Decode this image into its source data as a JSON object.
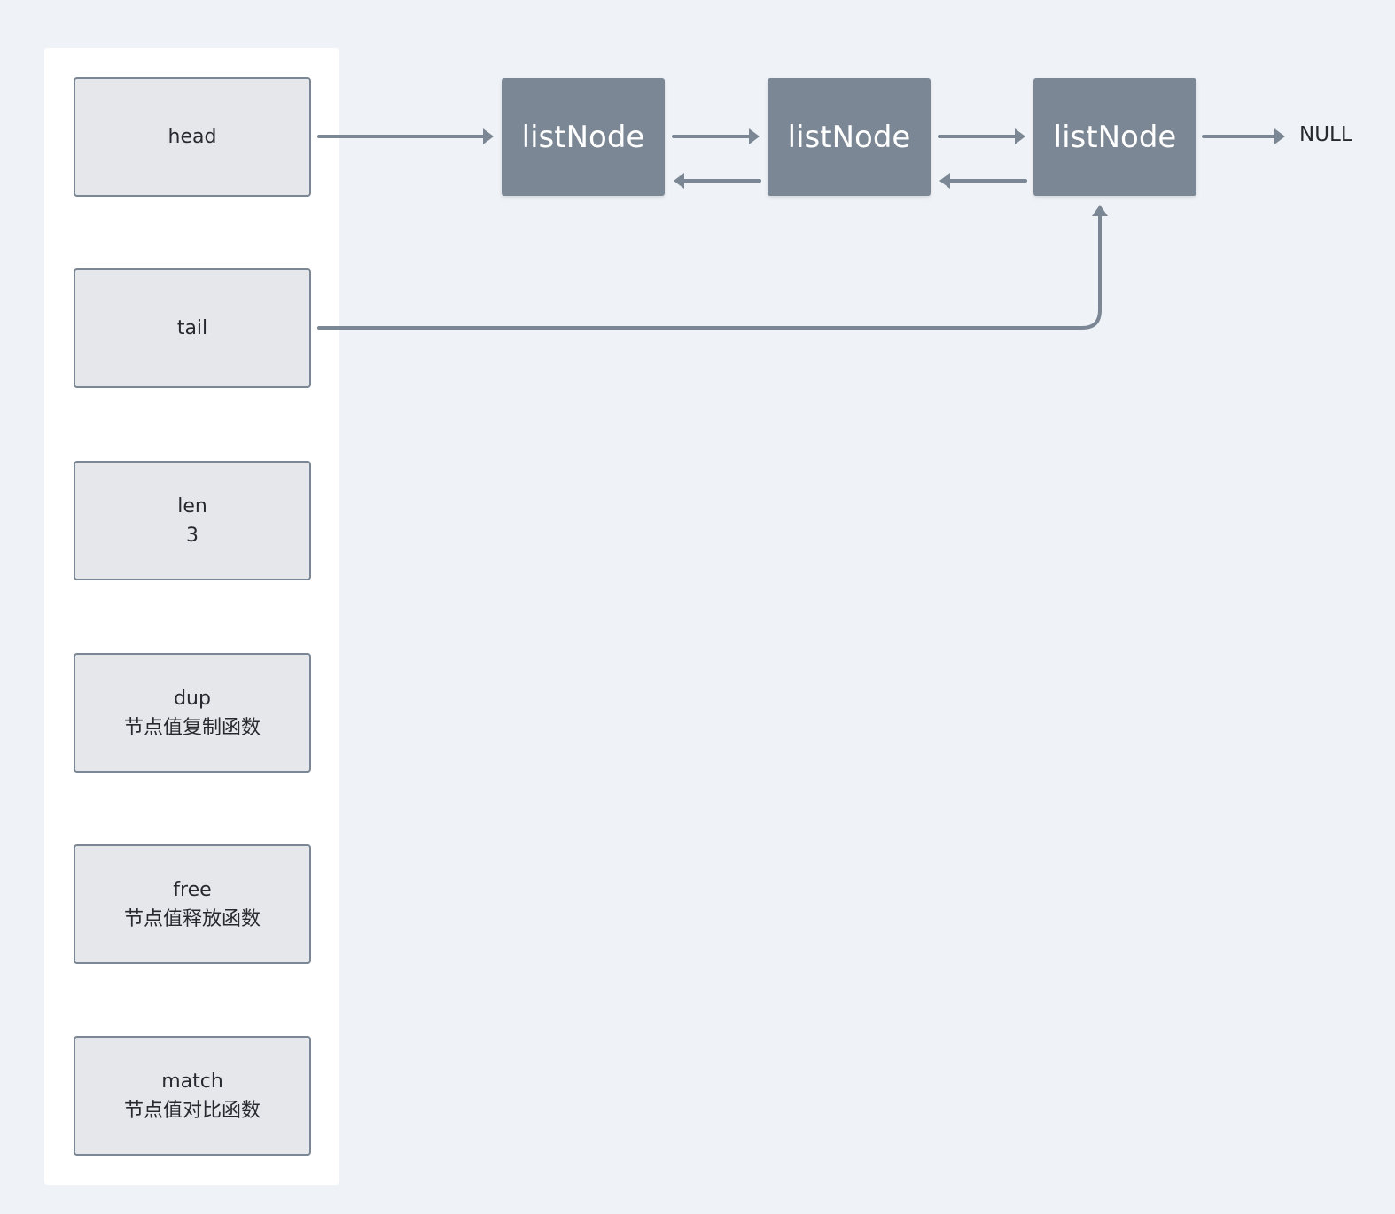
{
  "list_struct": {
    "fields": [
      {
        "name": "head",
        "desc": ""
      },
      {
        "name": "tail",
        "desc": ""
      },
      {
        "name": "len",
        "desc": "3"
      },
      {
        "name": "dup",
        "desc": "节点值复制函数"
      },
      {
        "name": "free",
        "desc": "节点值释放函数"
      },
      {
        "name": "match",
        "desc": "节点值对比函数"
      }
    ]
  },
  "nodes": [
    {
      "label": "listNode"
    },
    {
      "label": "listNode"
    },
    {
      "label": "listNode"
    }
  ],
  "terminator": "NULL",
  "colors": {
    "background": "#eff3f7",
    "panel": "#ffffff",
    "field_fill": "#e6e7ea",
    "accent": "#7b8794",
    "text": "#262a30"
  }
}
